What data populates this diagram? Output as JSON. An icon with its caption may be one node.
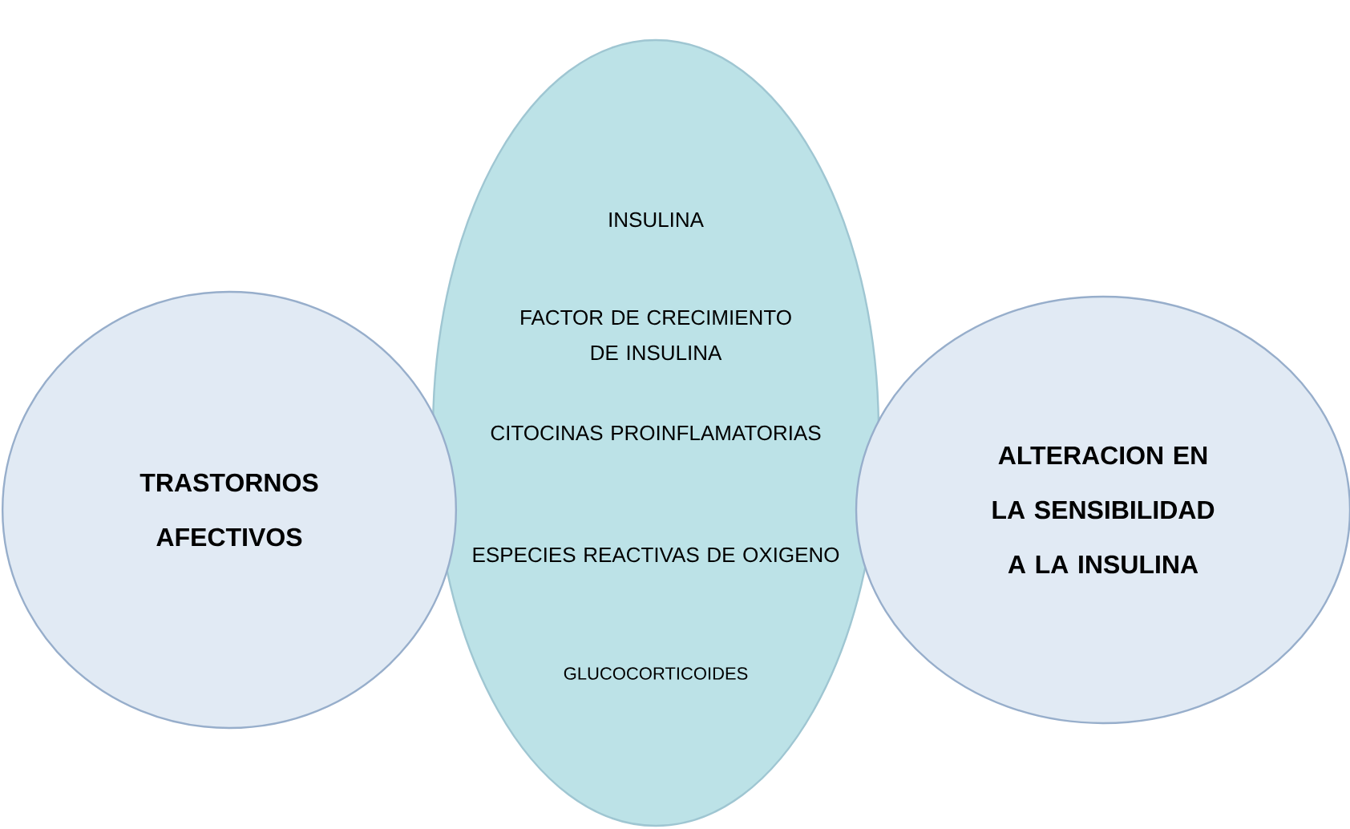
{
  "diagram": {
    "nodes": [
      {
        "text": [
          "TRASTORNOS AFECTIVOS"
        ]
      },
      {
        "text": [
          "INSULINA",
          "FACTOR DE CRECIMIENTO DE INSULINA",
          "CITOCINAS PROINFLAMATORIAS",
          "ESPECIES REACTIVAS DE OXIGENO",
          "GLUCOCORTICOIDES"
        ]
      },
      {
        "text": [
          "ALTERACION EN LA SENSIBILIDAD A LA INSULINA"
        ]
      }
    ]
  }
}
